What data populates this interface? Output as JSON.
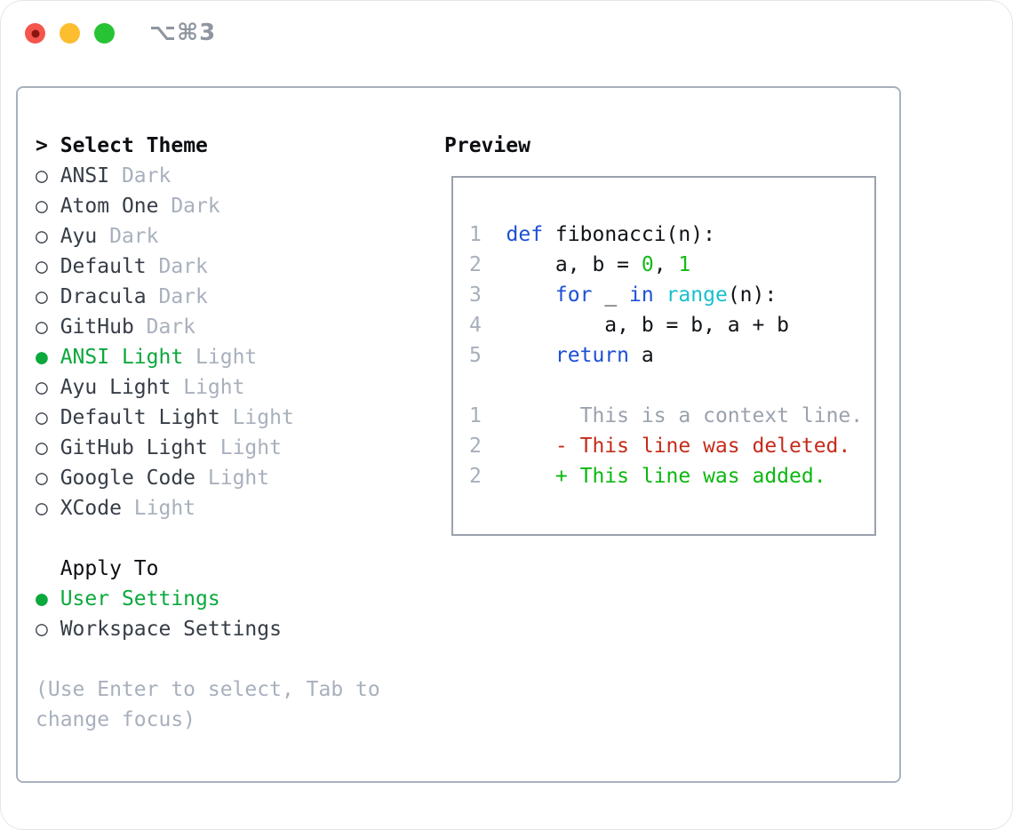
{
  "window": {
    "title": "⌥⌘3",
    "traffic_lights": {
      "close": "close",
      "minimize": "minimize",
      "zoom": "zoom"
    }
  },
  "select_theme": {
    "pointer": ">",
    "heading": "Select Theme",
    "markers": {
      "unselected": "○",
      "selected": "●"
    },
    "themes": [
      {
        "name": "ANSI",
        "variant": "Dark",
        "selected": false
      },
      {
        "name": "Atom One",
        "variant": "Dark",
        "selected": false
      },
      {
        "name": "Ayu",
        "variant": "Dark",
        "selected": false
      },
      {
        "name": "Default",
        "variant": "Dark",
        "selected": false
      },
      {
        "name": "Dracula",
        "variant": "Dark",
        "selected": false
      },
      {
        "name": "GitHub",
        "variant": "Dark",
        "selected": false
      },
      {
        "name": "ANSI Light",
        "variant": "Light",
        "selected": true
      },
      {
        "name": "Ayu Light",
        "variant": "Light",
        "selected": false
      },
      {
        "name": "Default Light",
        "variant": "Light",
        "selected": false
      },
      {
        "name": "GitHub Light",
        "variant": "Light",
        "selected": false
      },
      {
        "name": "Google Code",
        "variant": "Light",
        "selected": false
      },
      {
        "name": "XCode",
        "variant": "Light",
        "selected": false
      }
    ]
  },
  "apply_to": {
    "heading": "Apply To",
    "options": [
      {
        "label": "User Settings",
        "selected": true
      },
      {
        "label": "Workspace Settings",
        "selected": false
      }
    ]
  },
  "help_text": "(Use Enter to select, Tab to change focus)",
  "preview": {
    "heading": "Preview",
    "code_lines": [
      {
        "num": "1",
        "tokens": [
          {
            "text": "def",
            "color": "keyword"
          },
          {
            "text": " fibonacci(n):",
            "color": "plain"
          }
        ]
      },
      {
        "num": "2",
        "tokens": [
          {
            "text": "    a, b = ",
            "color": "plain"
          },
          {
            "text": "0",
            "color": "number"
          },
          {
            "text": ", ",
            "color": "plain"
          },
          {
            "text": "1",
            "color": "number"
          }
        ]
      },
      {
        "num": "3",
        "tokens": [
          {
            "text": "    ",
            "color": "plain"
          },
          {
            "text": "for",
            "color": "keyword"
          },
          {
            "text": " _ ",
            "color": "plain"
          },
          {
            "text": "in",
            "color": "keyword"
          },
          {
            "text": " ",
            "color": "plain"
          },
          {
            "text": "range",
            "color": "builtin"
          },
          {
            "text": "(n):",
            "color": "plain"
          }
        ]
      },
      {
        "num": "4",
        "tokens": [
          {
            "text": "        a, b = b, a + b",
            "color": "plain"
          }
        ]
      },
      {
        "num": "5",
        "tokens": [
          {
            "text": "    ",
            "color": "plain"
          },
          {
            "text": "return",
            "color": "keyword"
          },
          {
            "text": " a",
            "color": "plain"
          }
        ]
      }
    ],
    "diff_lines": [
      {
        "num": "1",
        "prefix": "      ",
        "text": "This is a context line.",
        "kind": "context"
      },
      {
        "num": "2",
        "prefix": "    ",
        "text": "- This line was deleted.",
        "kind": "deleted"
      },
      {
        "num": "2",
        "prefix": "    ",
        "text": "+ This line was added.",
        "kind": "added"
      }
    ]
  },
  "colors": {
    "accent_green": "#0ba83c",
    "keyword_blue": "#1d4fd7",
    "builtin_cyan": "#17c0cd",
    "number_green": "#12bb17",
    "diff_red": "#c52b1b",
    "diff_green": "#0cb80f",
    "muted_gray": "#a8b0bd",
    "border_gray": "#a9b1bd",
    "traffic_red": "#f4564d",
    "traffic_yellow": "#fcbd2f",
    "traffic_green": "#27c335"
  }
}
